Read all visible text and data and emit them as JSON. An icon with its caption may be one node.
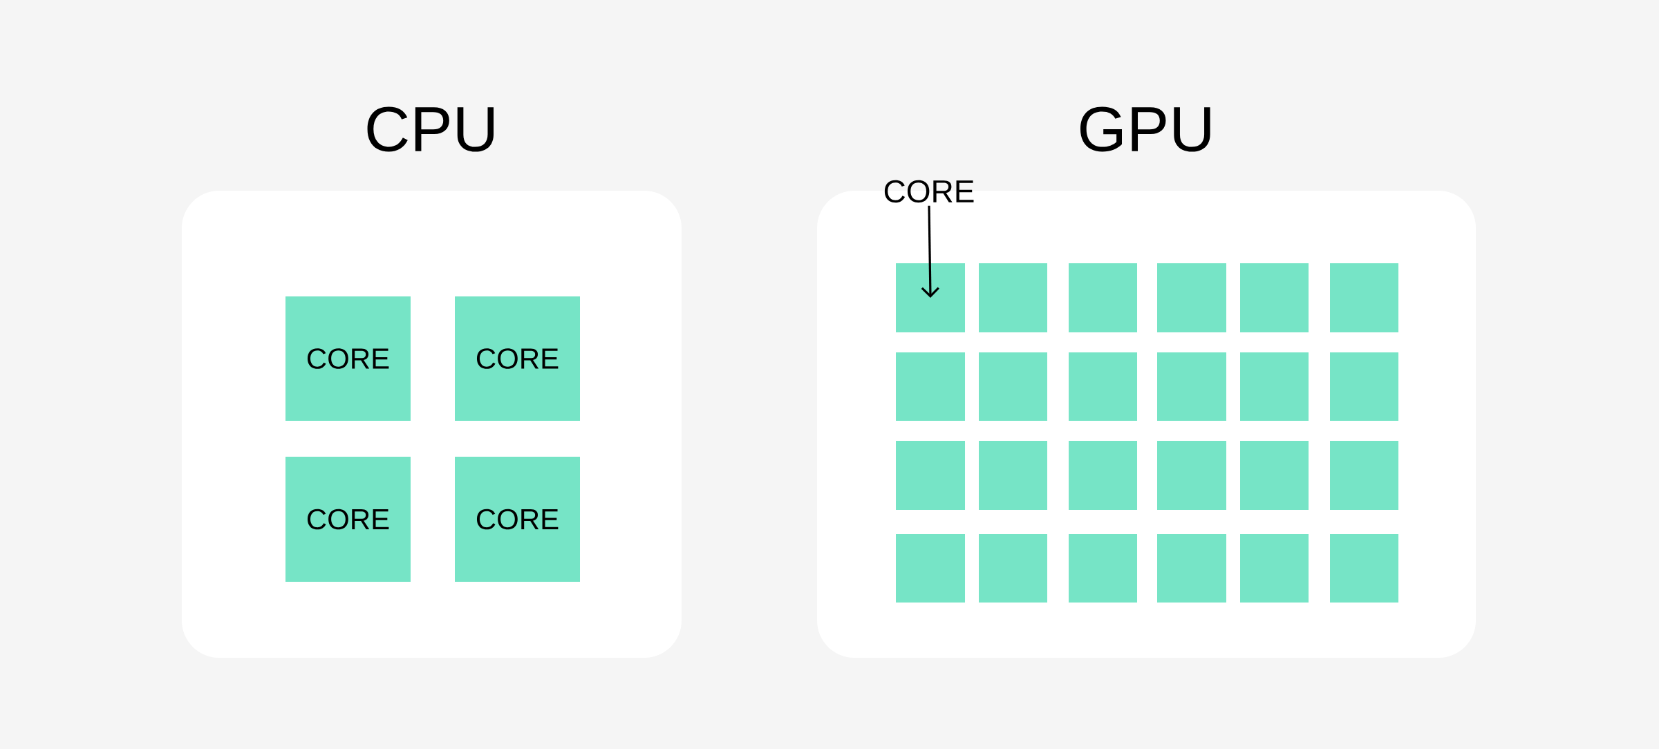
{
  "diagram": {
    "nodes": [
      {
        "text": [
          "CPU"
        ]
      },
      {
        "text": [
          "CORE"
        ],
        "in": 0
      },
      {
        "text": [
          "CORE"
        ],
        "in": 0
      },
      {
        "text": [
          "CORE"
        ],
        "in": 0
      },
      {
        "text": [
          "CORE"
        ],
        "in": 0
      },
      {
        "text": [
          "GPU"
        ]
      },
      {
        "text": [
          "CORE"
        ]
      },
      {
        "text": [],
        "shape": "box",
        "in": 5
      },
      {
        "text": [],
        "shape": "box",
        "in": 5
      },
      {
        "text": [],
        "shape": "box",
        "in": 5
      },
      {
        "text": [],
        "shape": "box",
        "in": 5
      },
      {
        "text": [],
        "shape": "box",
        "in": 5
      },
      {
        "text": [],
        "shape": "box",
        "in": 5
      },
      {
        "text": [],
        "shape": "box",
        "in": 5
      },
      {
        "text": [],
        "shape": "box",
        "in": 5
      },
      {
        "text": [],
        "shape": "box",
        "in": 5
      },
      {
        "text": [],
        "shape": "box",
        "in": 5
      },
      {
        "text": [],
        "shape": "box",
        "in": 5
      },
      {
        "text": [],
        "shape": "box",
        "in": 5
      },
      {
        "text": [],
        "shape": "box",
        "in": 5
      },
      {
        "text": [],
        "shape": "box",
        "in": 5
      },
      {
        "text": [],
        "shape": "box",
        "in": 5
      },
      {
        "text": [],
        "shape": "box",
        "in": 5
      },
      {
        "text": [],
        "shape": "box",
        "in": 5
      },
      {
        "text": [],
        "shape": "box",
        "in": 5
      },
      {
        "text": [],
        "shape": "box",
        "in": 5
      },
      {
        "text": [],
        "shape": "box",
        "in": 5
      },
      {
        "text": [],
        "shape": "box",
        "in": 5
      },
      {
        "text": [],
        "shape": "box",
        "in": 5
      },
      {
        "text": [],
        "shape": "box",
        "in": 5
      },
      {
        "text": [],
        "shape": "box",
        "in": 5
      }
    ],
    "edges": [
      {
        "from": 6,
        "to": 7,
        "arrow": "to"
      }
    ]
  }
}
